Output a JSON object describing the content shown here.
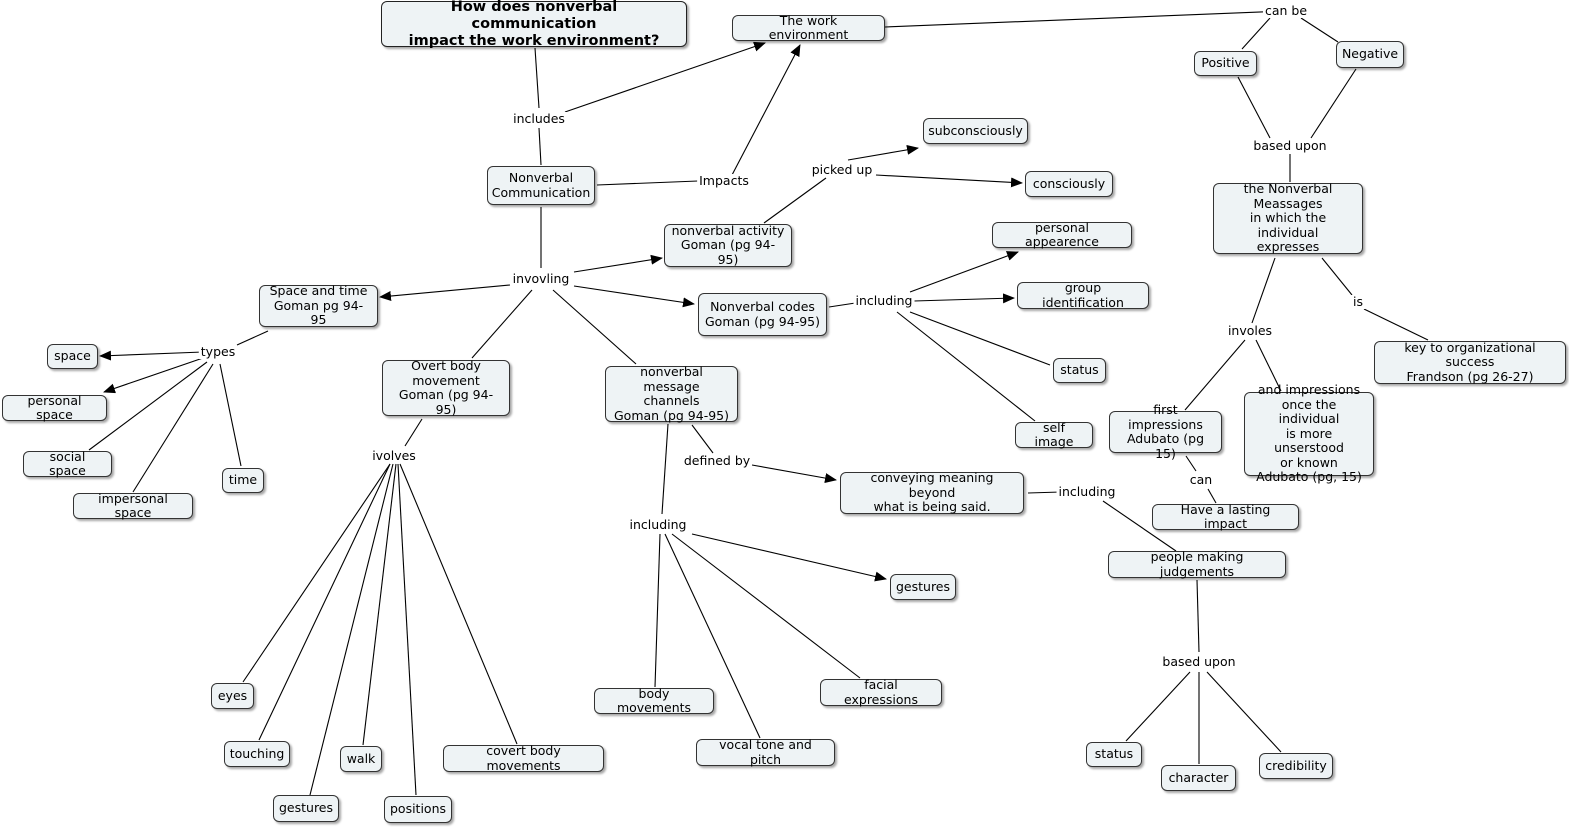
{
  "map": {
    "line_color": "#000000",
    "node_fill": "#eef3f5",
    "node_border": "#333333"
  },
  "concepts": {
    "question": "How does nonverbal communication\nimpact the work environment?",
    "work_env": "The work environment",
    "nonverbal_comm": "Nonverbal\nCommunication",
    "positive": "Positive",
    "negative": "Negative",
    "nonverbal_messages": "the Nonverbal\nMeassages\nin which the individual\nexpresses",
    "subconsciously": "subconsciously",
    "consciously": "consciously",
    "nonverbal_activity": "nonverbal activity\nGoman (pg 94-95)",
    "personal_appearence": "personal appearence",
    "group_identification": "group identification",
    "nonverbal_codes": "Nonverbal codes\nGoman (pg 94-95)",
    "status_codes": "status",
    "self_image": "self image",
    "space_time": "Space and time\nGoman pg 94-95",
    "space": "space",
    "personal_space": "personal space",
    "social_space": "social space",
    "impersonal_space": "impersonal space",
    "time": "time",
    "overt_body": "Overt body\nmovement\nGoman (pg 94-95)",
    "message_channels": "nonverbal message\nchannels\nGoman (pg 94-95)",
    "conveying_meaning": "conveying meaning beyond\nwhat is being said.",
    "key_success": "key to organizational success\nFrandson (pg 26-27)",
    "first_impressions": "first impressions\nAdubato (pg 15)",
    "and_impressions": "and impressions\nonce the individual\nis more unserstood\nor known\nAdubato (pg, 15)",
    "lasting_impact": "Have a lasting impact",
    "people_judgements": "people making judgements",
    "gestures_channels": "gestures",
    "facial_expressions": "facial expressions",
    "body_movements": "body movements",
    "vocal_tone": "vocal tone and pitch",
    "eyes": "eyes",
    "touching": "touching",
    "walk": "walk",
    "gestures_overt": "gestures",
    "positions": "positions",
    "covert_body": "covert body movements",
    "status_judge": "status",
    "character": "character",
    "credibility": "credibility"
  },
  "linking_phrases": {
    "can_be": "can be",
    "includes": "includes",
    "impacts": "Impacts",
    "picked_up": "picked up",
    "based_upon_top": "based upon",
    "involving": "invovling",
    "including_codes": "including",
    "types": "types",
    "is": "is",
    "involes": "involes",
    "ivolves": "ivolves",
    "defined_by": "defined by",
    "including_meaning": "including",
    "can": "can",
    "including_channels": "including",
    "based_upon_bottom": "based upon"
  }
}
